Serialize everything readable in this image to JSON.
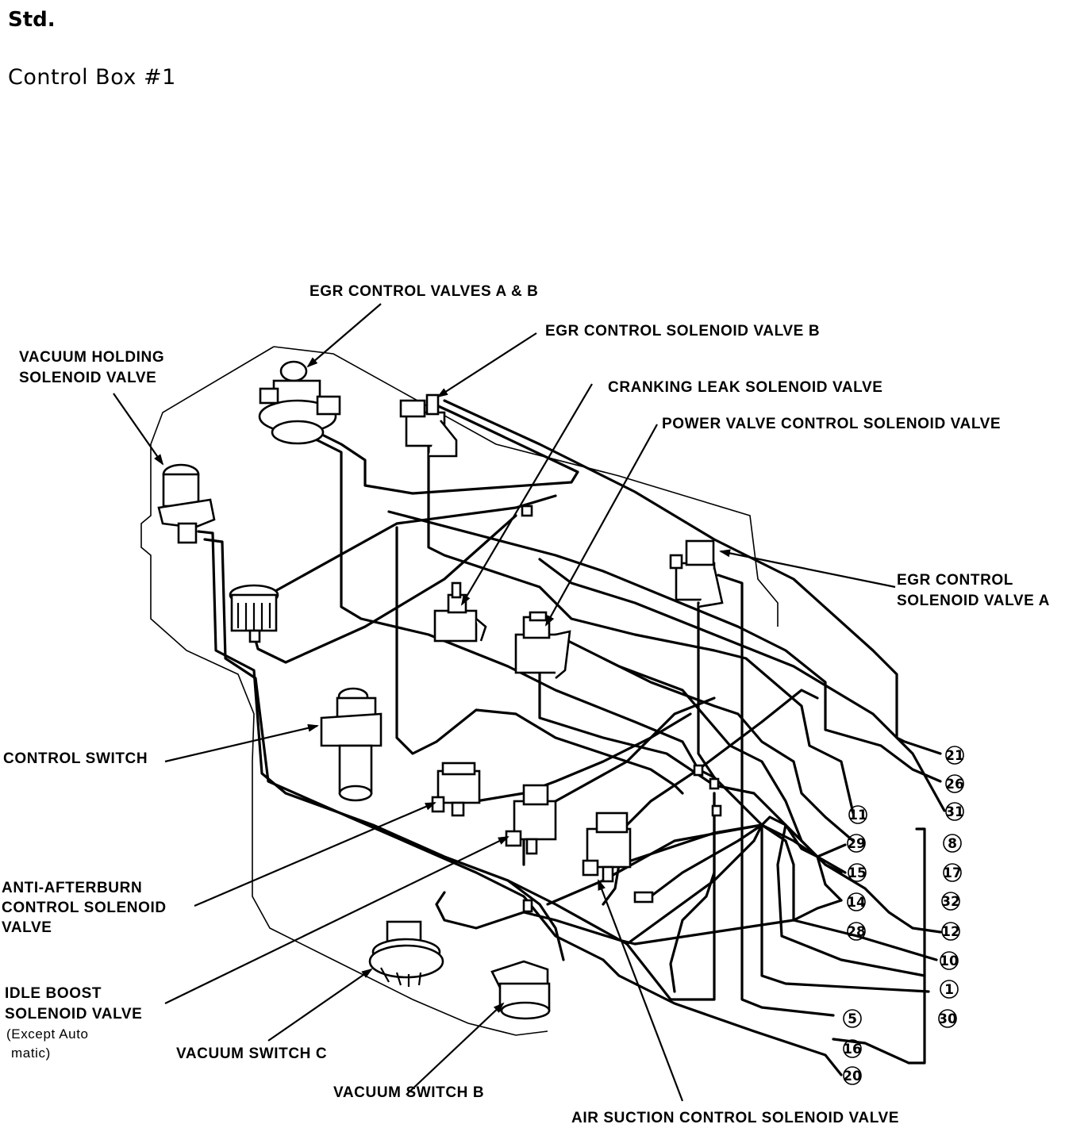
{
  "header": {
    "std": "Std.",
    "control_box": "Control Box #1"
  },
  "labels": {
    "egr_control_valves_ab": "EGR CONTROL VALVES A & B",
    "egr_solenoid_b": "EGR CONTROL SOLENOID VALVE B",
    "cranking_leak": "CRANKING LEAK SOLENOID VALVE",
    "power_valve": "POWER VALVE CONTROL SOLENOID VALVE",
    "vacuum_holding_1": "VACUUM HOLDING",
    "vacuum_holding_2": "SOLENOID VALVE",
    "egr_solenoid_a_1": "EGR CONTROL",
    "egr_solenoid_a_2": "SOLENOID VALVE A",
    "control_switch": "CONTROL SWITCH",
    "anti_afterburn_1": "ANTI-AFTERBURN",
    "anti_afterburn_2": "CONTROL SOLENOID",
    "anti_afterburn_3": "VALVE",
    "idle_boost_1": "IDLE BOOST",
    "idle_boost_2": "SOLENOID VALVE",
    "idle_boost_3": "(Except Auto",
    "idle_boost_4": "matic)",
    "vacuum_switch_c": "VACUUM SWITCH C",
    "vacuum_switch_b": "VACUUM SWITCH B",
    "air_suction": "AIR SUCTION CONTROL SOLENOID VALVE"
  },
  "connector_numbers": [
    "21",
    "26",
    "31",
    "11",
    "8",
    "29",
    "17",
    "15",
    "32",
    "14",
    "12",
    "28",
    "10",
    "1",
    "30",
    "5",
    "16",
    "20"
  ]
}
